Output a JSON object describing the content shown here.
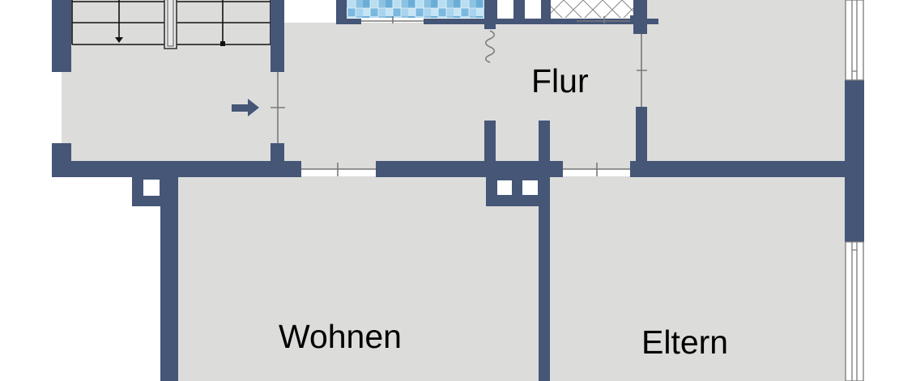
{
  "floor_plan": {
    "title": "",
    "colors": {
      "background": "#ffffff",
      "floor": "#dcdcdb",
      "wall": "#455677",
      "door_line": "#7a7a7a",
      "stair_line": "#111111",
      "window_line": "#7a7a7a",
      "bath_tile_1": "#7fb8dd",
      "bath_tile_2": "#b7dcf0",
      "arrow": "#455677"
    },
    "rooms": [
      {
        "id": "flur",
        "label": "Flur"
      },
      {
        "id": "wohnen",
        "label": "Wohnen"
      },
      {
        "id": "eltern",
        "label": "Eltern"
      },
      {
        "id": "treppenhaus",
        "label": ""
      },
      {
        "id": "bad",
        "label": ""
      },
      {
        "id": "kueche",
        "label": ""
      },
      {
        "id": "zimmer-rechts",
        "label": ""
      }
    ],
    "symbols": {
      "entrance_arrow": "arrow-right-icon",
      "stairs": "stairs-icon",
      "radiator": "radiator-icon"
    }
  }
}
